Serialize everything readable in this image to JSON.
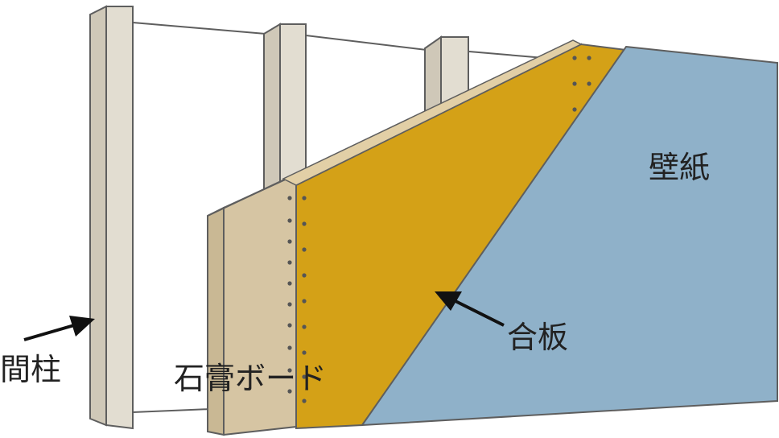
{
  "labels": {
    "stud": "間柱",
    "gypsum_board": "石膏ボード",
    "plywood": "合板",
    "wallpaper": "壁紙"
  },
  "colors": {
    "stud": "#dcd6c8",
    "stud_edge": "#8a8275",
    "gypsum_board": "#d6c5a3",
    "plywood": "#d4a117",
    "wallpaper": "#8fb1c9",
    "outline": "#5e5e5e",
    "nail": "#555555",
    "arrow": "#111111"
  }
}
